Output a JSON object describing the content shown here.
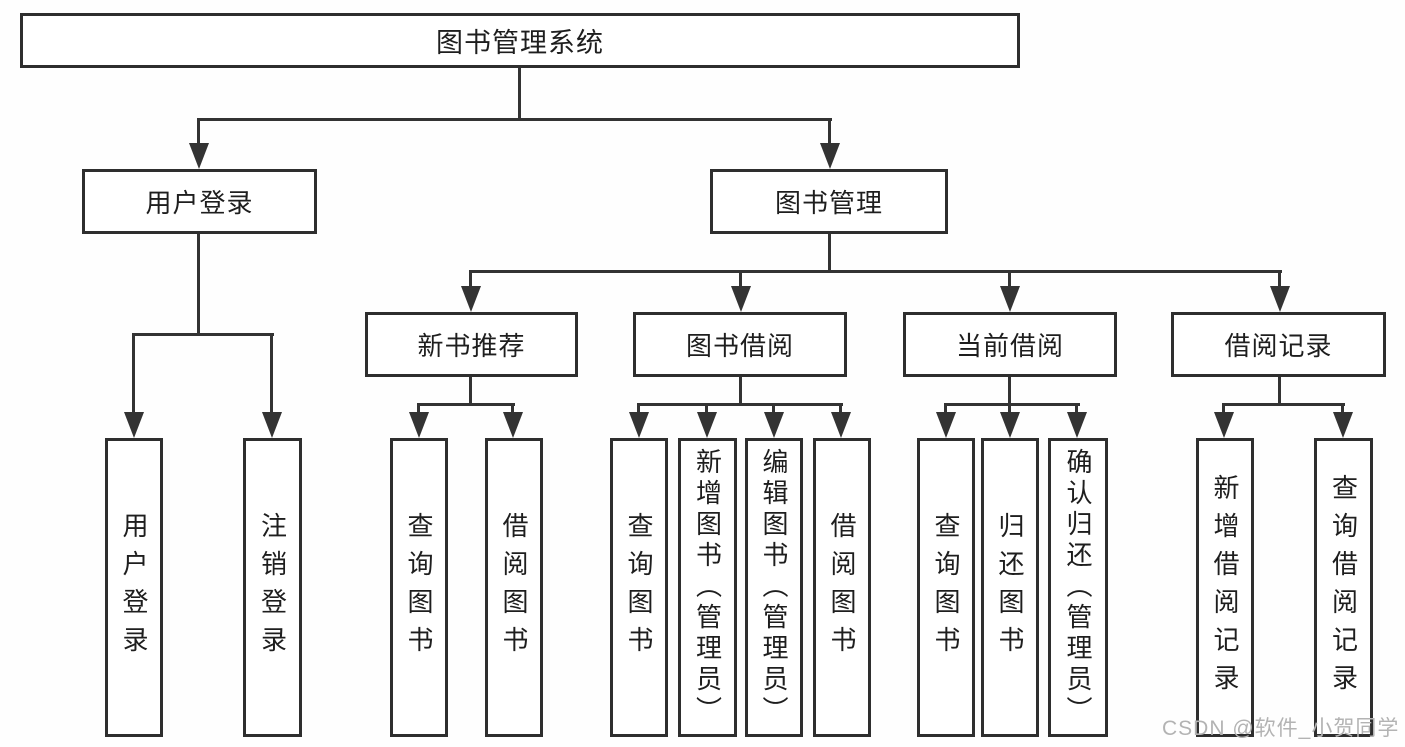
{
  "tree": {
    "root": {
      "label": "图书管理系统"
    },
    "branches": [
      {
        "label": "用户登录",
        "children": [
          {
            "label": "用户登录"
          },
          {
            "label": "注销登录"
          }
        ]
      },
      {
        "label": "图书管理",
        "children": [
          {
            "label": "新书推荐",
            "children": [
              {
                "label": "查询图书"
              },
              {
                "label": "借阅图书"
              }
            ]
          },
          {
            "label": "图书借阅",
            "children": [
              {
                "label": "查询图书"
              },
              {
                "label": "新增图书（管理员）"
              },
              {
                "label": "编辑图书（管理员）"
              },
              {
                "label": "借阅图书"
              }
            ]
          },
          {
            "label": "当前借阅",
            "children": [
              {
                "label": "查询图书"
              },
              {
                "label": "归还图书"
              },
              {
                "label": "确认归还（管理员）"
              }
            ]
          },
          {
            "label": "借阅记录",
            "children": [
              {
                "label": "新增借阅记录"
              },
              {
                "label": "查询借阅记录"
              }
            ]
          }
        ]
      }
    ]
  },
  "watermark": {
    "text": "CSDN @软件_小贺同学",
    "color": "#b3b3b3"
  },
  "colors": {
    "line": "#333333",
    "box_border": "#2e2e2e",
    "box_fill": "#ffffff",
    "text": "#1e1e1e",
    "background": "#fefefe"
  }
}
